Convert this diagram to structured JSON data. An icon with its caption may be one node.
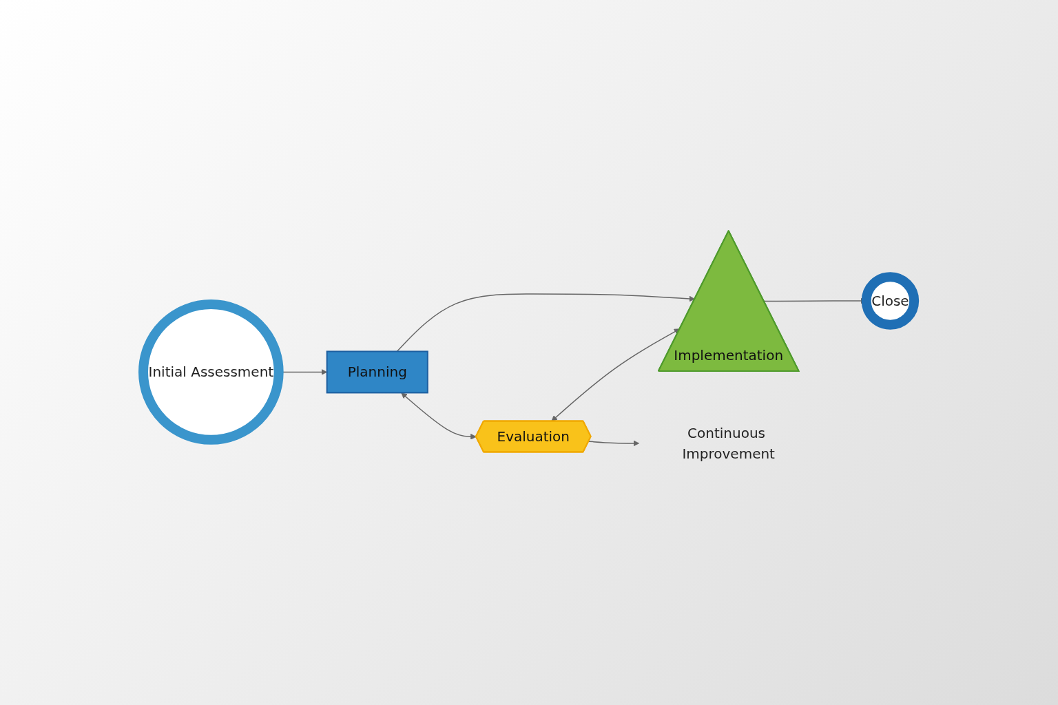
{
  "diagram": {
    "nodes": [
      {
        "text": [
          "Initial Assessment"
        ]
      },
      {
        "text": [
          "Planning"
        ]
      },
      {
        "text": [
          "Implementation"
        ]
      },
      {
        "text": [
          "Close"
        ]
      },
      {
        "text": [
          "Evaluation"
        ]
      },
      {
        "text": [
          "Continuous Improvement"
        ]
      }
    ],
    "edges": [
      {
        "from": 0,
        "to": 1,
        "arrow": "to"
      },
      {
        "from": 1,
        "to": 2,
        "arrow": "to"
      },
      {
        "from": 2,
        "to": 3,
        "arrow": "to"
      },
      {
        "from": 1,
        "to": 4,
        "arrow": "both"
      },
      {
        "from": 4,
        "to": 2,
        "arrow": "both"
      },
      {
        "from": 4,
        "to": 5,
        "arrow": "to"
      }
    ]
  }
}
